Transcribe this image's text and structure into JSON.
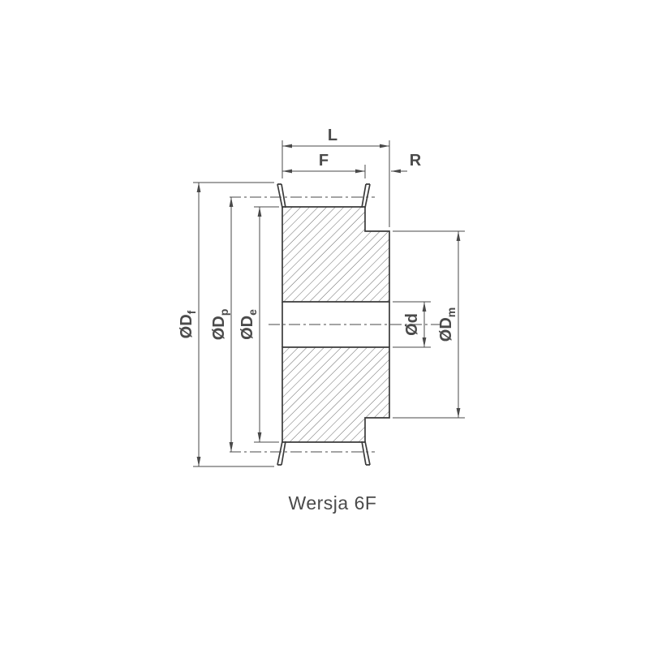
{
  "caption": "Wersja 6F",
  "colors": {
    "line": "#3b3b3b",
    "dim": "#4a4a4a",
    "hatch": "#5a5a5a",
    "text": "#4a4a4a",
    "background": "#ffffff"
  },
  "dimensions": {
    "L": {
      "label": "L"
    },
    "F": {
      "label": "F"
    },
    "R": {
      "label": "R"
    },
    "Df": {
      "prefix": "ØD",
      "sub": "f"
    },
    "Dp": {
      "prefix": "ØD",
      "sub": "p"
    },
    "De": {
      "prefix": "ØD",
      "sub": "e"
    },
    "d": {
      "label": "Ød"
    },
    "Dm": {
      "prefix": "ØD",
      "sub": "m"
    }
  }
}
